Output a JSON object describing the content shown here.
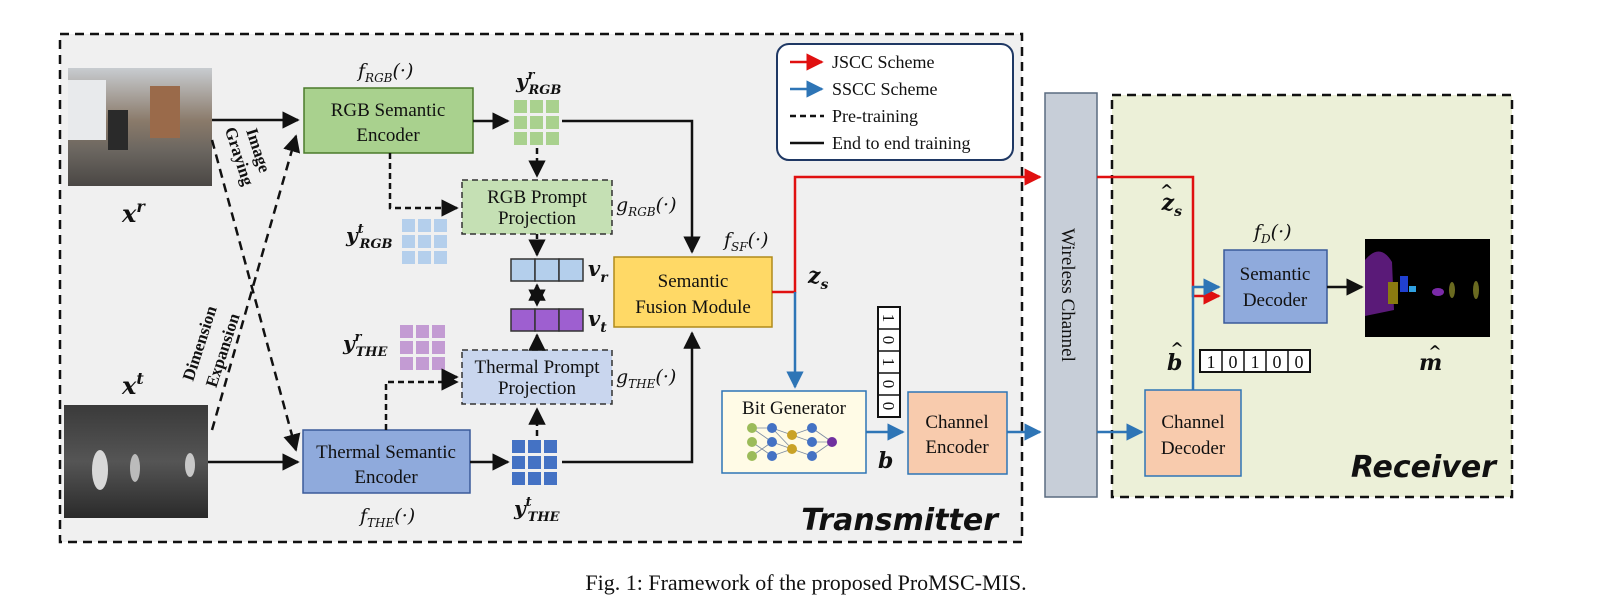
{
  "regions": {
    "transmitter": "Transmitter",
    "receiver": "Receiver"
  },
  "legend": {
    "jscc": "JSCC Scheme",
    "sscc": "SSCC Scheme",
    "pretrain": "Pre-training",
    "e2e": "End to end training"
  },
  "blocks": {
    "rgb_encoder": [
      "RGB Semantic",
      "Encoder"
    ],
    "thermal_encoder": [
      "Thermal Semantic",
      "Encoder"
    ],
    "rgb_prompt": [
      "RGB Prompt",
      "Projection"
    ],
    "thermal_prompt": [
      "Thermal Prompt",
      "Projection"
    ],
    "fusion": [
      "Semantic",
      "Fusion Module"
    ],
    "bit_generator": "Bit Generator",
    "channel_encoder": [
      "Channel",
      "Encoder"
    ],
    "wireless": "Wireless Channel",
    "channel_decoder": [
      "Channel",
      "Decoder"
    ],
    "semantic_decoder": [
      "Semantic",
      "Decoder"
    ]
  },
  "annotations": {
    "image_graying": [
      "Image",
      "Graying"
    ],
    "dimension_expansion": [
      "Dimension",
      "Expansion"
    ]
  },
  "math": {
    "f_rgb": "f_RGB(·)",
    "f_the": "f_THE(·)",
    "g_rgb": "g_RGB(·)",
    "g_the": "g_THE(·)",
    "f_sf": "f_SF(·)",
    "f_d": "f_D(·)",
    "x_r": "x^r",
    "x_t": "x^t",
    "y_r_rgb": "y^r_RGB",
    "y_t_rgb": "y^t_RGB",
    "y_r_the": "y^r_THE",
    "y_t_the": "y^t_THE",
    "v_r": "v_r",
    "v_t": "v_t",
    "z_s": "z_s",
    "z_s_hat": "ẑ_s",
    "b": "b",
    "b_hat": "b̂",
    "m_hat": "m̂"
  },
  "bits": {
    "tx": [
      "1",
      "0",
      "1",
      "0",
      "0"
    ],
    "rx": [
      "1",
      "0",
      "1",
      "0",
      "0"
    ]
  },
  "caption": "Fig. 1: Framework of the proposed ProMSC-MIS."
}
